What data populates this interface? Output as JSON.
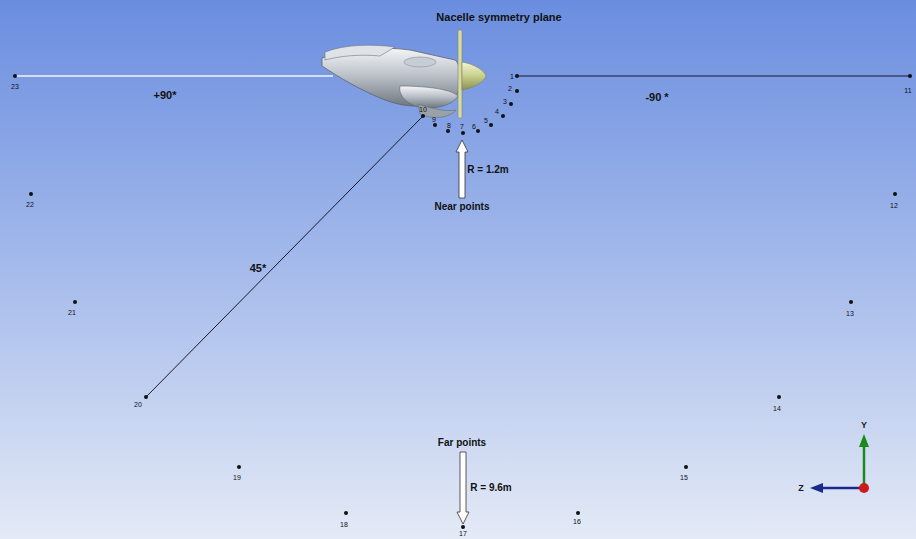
{
  "diagram": {
    "labels": [
      "Nacelle symmetry plane",
      "+90*",
      "-90 *",
      "45*",
      "R = 1.2m",
      "Near points",
      "Far points",
      "R = 9.6m",
      "1",
      "2",
      "3",
      "4",
      "5",
      "6",
      "7",
      "8",
      "9",
      "10",
      "11",
      "12",
      "13",
      "14",
      "15",
      "16",
      "17",
      "18",
      "19",
      "20",
      "21",
      "22",
      "23",
      "Z",
      "Y"
    ]
  }
}
